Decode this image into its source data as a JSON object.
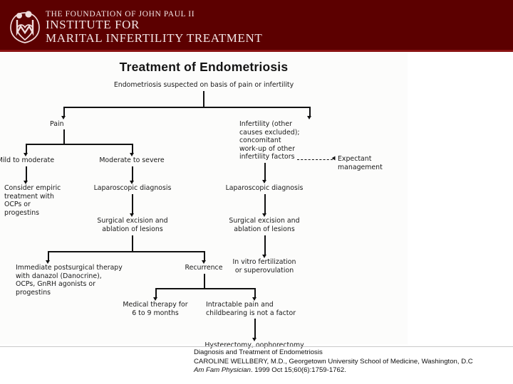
{
  "header": {
    "org_line1": "THE FOUNDATION OF JOHN PAUL II",
    "org_line2": "INSTITUTE FOR",
    "org_line3": "MARITAL INFERTILITY TREATMENT",
    "brand_color": "#5c0000",
    "accent_rule_color": "#8a1414",
    "logo_icon": "foundation-mother-child-heart-logo"
  },
  "figure": {
    "title": "Treatment of Endometriosis",
    "nodes": {
      "root": "Endometriosis suspected on basis of pain or infertility",
      "pain": "Pain",
      "infertility": "Infertility (other\ncauses excluded);\nconcomitant\nwork-up of other\ninfertility factors",
      "expectant": "Expectant\n   management",
      "mild_moderate": "Mild to moderate",
      "moderate_severe": "Moderate to severe",
      "empiric": "Consider empiric\n  treatment with\n  OCPs or\n  progestins",
      "lap_dx_left": "Laparoscopic diagnosis",
      "lap_dx_right": "Laparoscopic diagnosis",
      "surgical_left": "Surgical excision and\nablation of lesions",
      "surgical_right": "Surgical excision and\nablation of lesions",
      "ivf": "In vitro fertilization\nor superovulation",
      "postsurgical": "Immediate postsurgical therapy\n   with danazol (Danocrine),\n   OCPs, GnRH agonists or\n   progestins",
      "recurrence": "Recurrence",
      "medical_therapy": "Medical therapy for\n6 to 9 months",
      "intractable": "Intractable pain and\n   childbearing is not a factor",
      "hysterectomy": "Hysterectomy, oophorectomy"
    }
  },
  "caption": {
    "line1": "Diagnosis and Treatment of Endometriosis",
    "line2": "CAROLINE WELLBERY, M.D., Georgetown University School of Medicine, Washington, D.C",
    "line3_journal": "Am Fam Physician",
    "line3_rest": ". 1999 Oct 15;60(6):1759-1762."
  }
}
